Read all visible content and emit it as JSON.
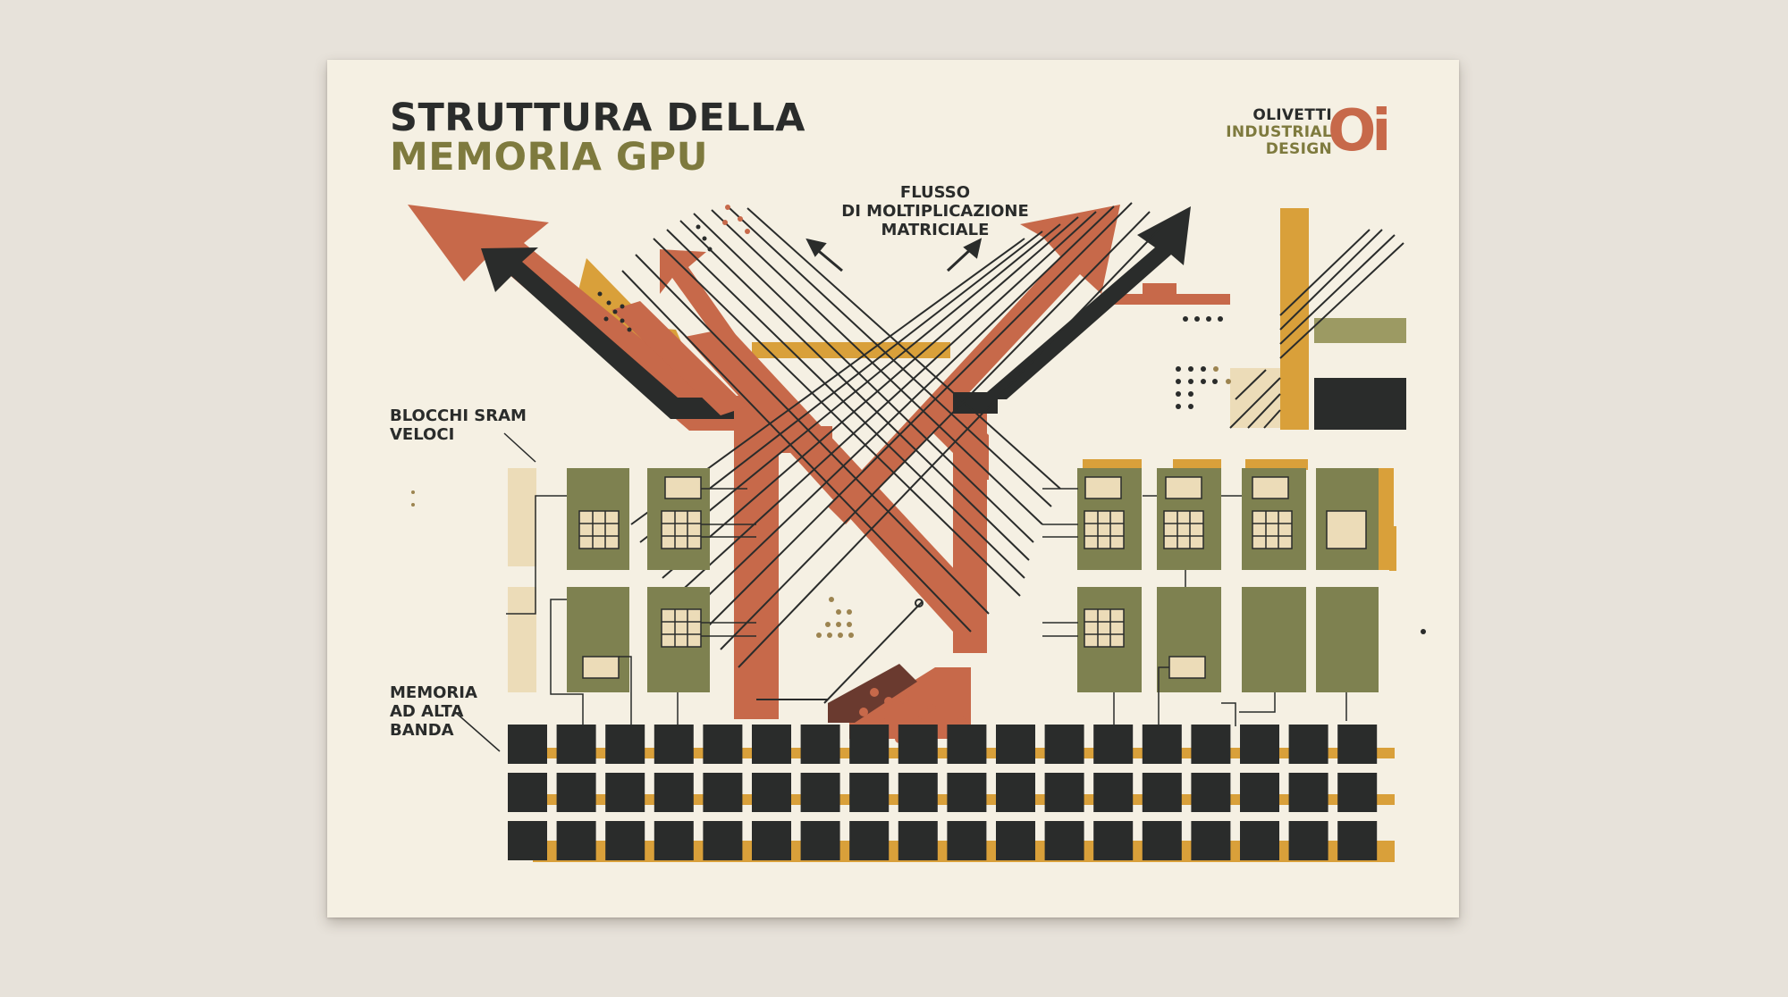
{
  "title": {
    "line1": "STRUTTURA DELLA",
    "line2": "MEMORIA GPU"
  },
  "brand": {
    "line1": "OLIVETTI",
    "line2": "INDUSTRIAL",
    "line3": "DESIGN",
    "logo": "Oi"
  },
  "labels": {
    "flow": "FLUSSO\nDI MOLTIPLICAZIONE\nMATRICIALE",
    "sram": "BLOCCHI SRAM\nVELOCI",
    "hbm": "MEMORIA\nAD ALTA\nBANDA"
  },
  "colors": {
    "background": "#e7e2da",
    "paper": "#f5f0e3",
    "terracotta": "#c7694a",
    "charcoal": "#2a2c2b",
    "olive": "#7e8150",
    "mustard": "#d9a03a",
    "tan": "#ecdcb8",
    "khaki": "#9c9a63"
  }
}
